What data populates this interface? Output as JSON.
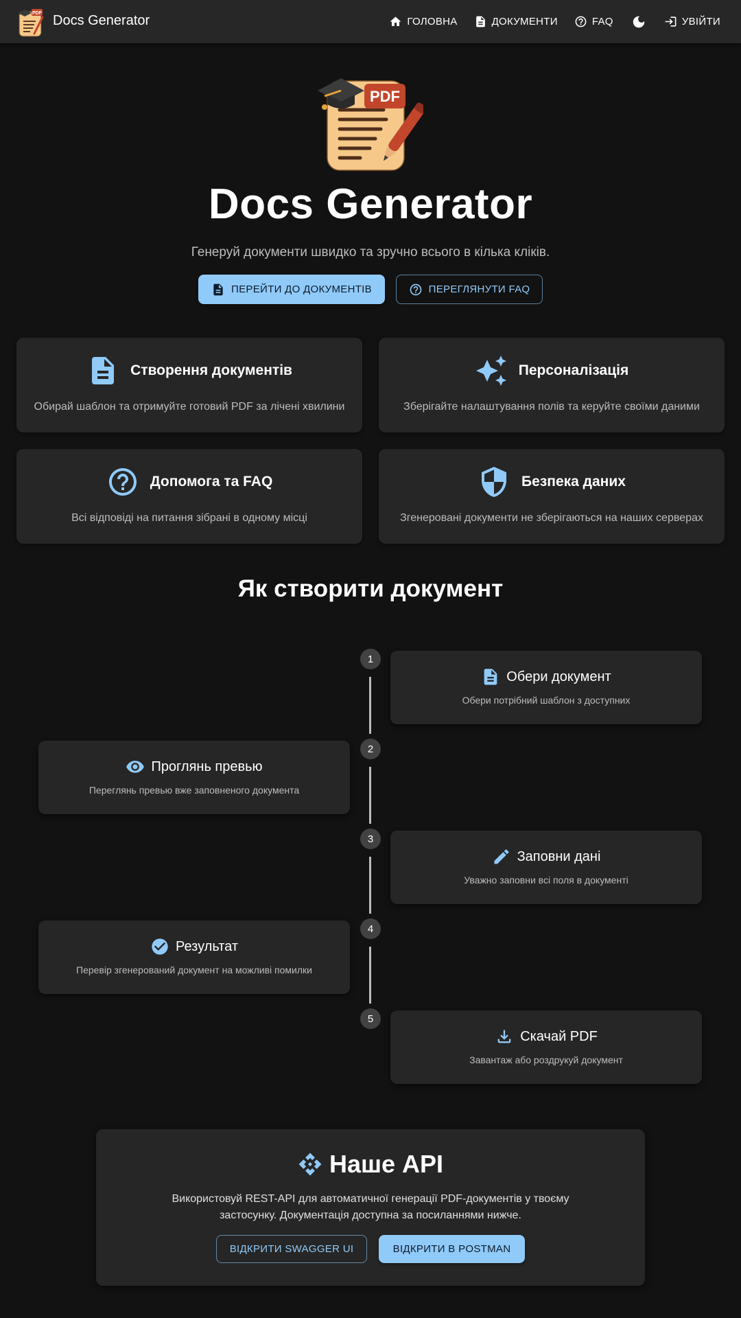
{
  "appbar": {
    "brand": "Docs Generator",
    "nav": {
      "home": "ГОЛОВНА",
      "documents": "ДОКУМЕНТИ",
      "faq": "FAQ",
      "login": "УВІЙТИ"
    },
    "icons": [
      "home-icon",
      "document-icon",
      "help-circle-icon",
      "moon-icon",
      "login-icon"
    ]
  },
  "hero": {
    "logo_label": "PDF",
    "title": "Docs Generator",
    "subtitle": "Генеруй документи швидко та зручно всього в кілька кліків.",
    "primary_button": "ПЕРЕЙТИ ДО ДОКУМЕНТІВ",
    "secondary_button": "ПЕРЕГЛЯНУТИ FAQ"
  },
  "features": [
    {
      "icon": "document-icon",
      "title": "Створення документів",
      "desc": "Обирай шаблон та отримуйте готовий PDF за лічені хвилини"
    },
    {
      "icon": "sparkles-icon",
      "title": "Персоналізація",
      "desc": "Зберігайте налаштування полів та керуйте своїми даними"
    },
    {
      "icon": "help-circle-icon",
      "title": "Допомога та FAQ",
      "desc": "Всі відповіді на питання зібрані в одному місці"
    },
    {
      "icon": "shield-icon",
      "title": "Безпека даних",
      "desc": "Згенеровані документи не зберігаються на наших серверах"
    }
  ],
  "howto": {
    "title": "Як створити документ",
    "steps": [
      {
        "num": "1",
        "icon": "document-icon",
        "title": "Обери документ",
        "desc": "Обери потрібний шаблон з доступних"
      },
      {
        "num": "2",
        "icon": "eye-icon",
        "title": "Проглянь превью",
        "desc": "Переглянь превью вже заповненого документа"
      },
      {
        "num": "3",
        "icon": "pencil-icon",
        "title": "Заповни дані",
        "desc": "Уважно заповни всі поля в документі"
      },
      {
        "num": "4",
        "icon": "check-circle-icon",
        "title": "Результат",
        "desc": "Перевір згенерований документ на можливі помилки"
      },
      {
        "num": "5",
        "icon": "download-icon",
        "title": "Скачай PDF",
        "desc": "Завантаж або роздрукуй документ"
      }
    ]
  },
  "api": {
    "title": "Наше API",
    "desc_line1": "Використовуй REST-API для автоматичної генерації PDF-документів у твоєму",
    "desc_line2": "застосунку. Документація доступна за посиланнями нижче.",
    "swagger_button": "ВІДКРИТИ SWAGGER UI",
    "postman_button": "ВІДКРИТИ В POSTMAN"
  },
  "colors": {
    "background": "#121212",
    "appbar": "#272727",
    "card": "#262626",
    "accent": "#90caf9",
    "muted_text": "#bdbdbd"
  }
}
